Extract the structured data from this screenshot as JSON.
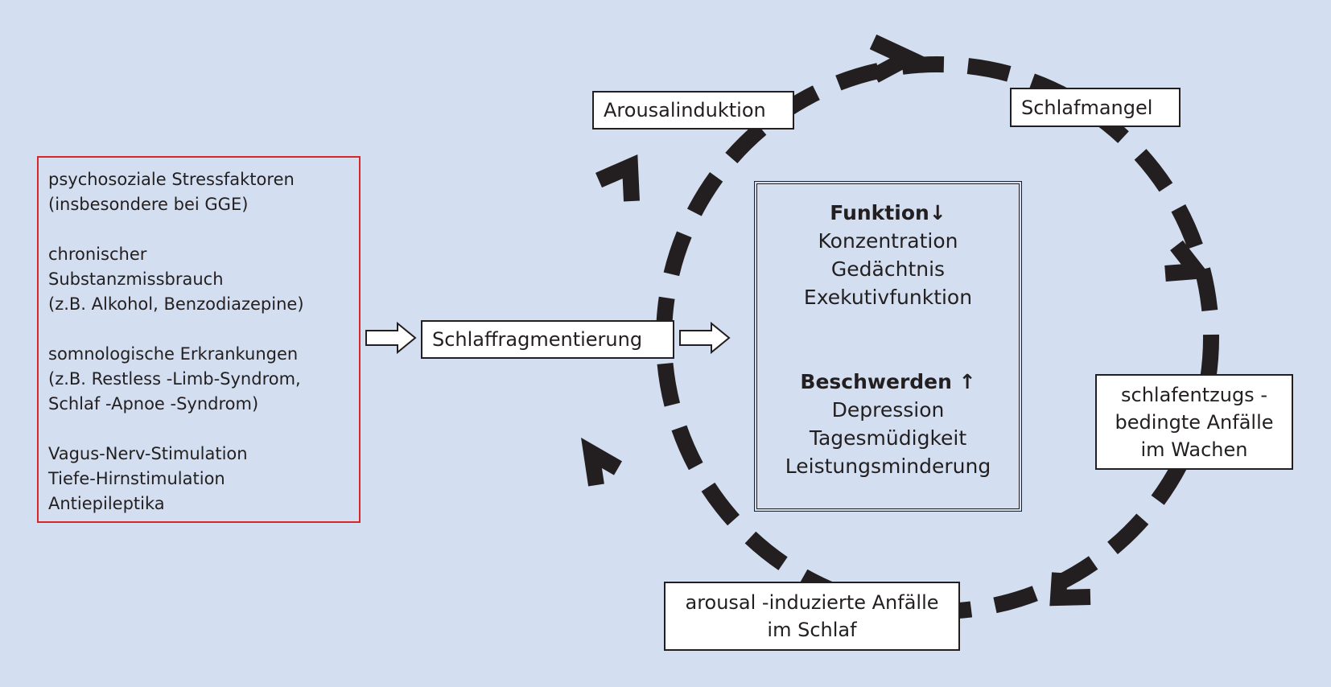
{
  "factors": {
    "groups": [
      {
        "lines": [
          "psychosoziale Stressfaktoren",
          "(insbesondere bei GGE)"
        ]
      },
      {
        "lines": [
          "chronischer",
          "Substanzmissbrauch",
          "(z.B. Alkohol, Benzodiazepine)"
        ]
      },
      {
        "lines": [
          "somnologische  Erkrankungen",
          "(z.B.  Restless  -Limb-Syndrom,",
          "Schlaf -Apnoe -Syndrom)"
        ]
      },
      {
        "lines": [
          "Vagus-Nerv-Stimulation",
          "Tiefe-Hirnstimulation",
          "Antiepileptika"
        ]
      }
    ]
  },
  "nodes": {
    "fragmentation": "Schlaffragmentierung",
    "arousal_induction": "Arousalinduktion",
    "sleep_deprivation": "Schlafmangel",
    "withdrawal_seizures": [
      "schlafentzugs -",
      "bedingte Anfälle",
      "im Wachen"
    ],
    "arousal_seizures": [
      "arousal -induzierte Anfälle",
      "im Schlaf"
    ]
  },
  "effects": {
    "function_heading": "Funktion↓",
    "function_items": [
      "Konzentration",
      "Gedächtnis",
      "Exekutivfunktion"
    ],
    "complaints_heading": "Beschwerden ↑",
    "complaints_items": [
      "Depression",
      "Tagesmüdigkeit",
      "Leistungsminderung"
    ]
  },
  "colors": {
    "background": "#d3dff0",
    "factor_border": "#d6282b",
    "ink": "#231f20"
  }
}
